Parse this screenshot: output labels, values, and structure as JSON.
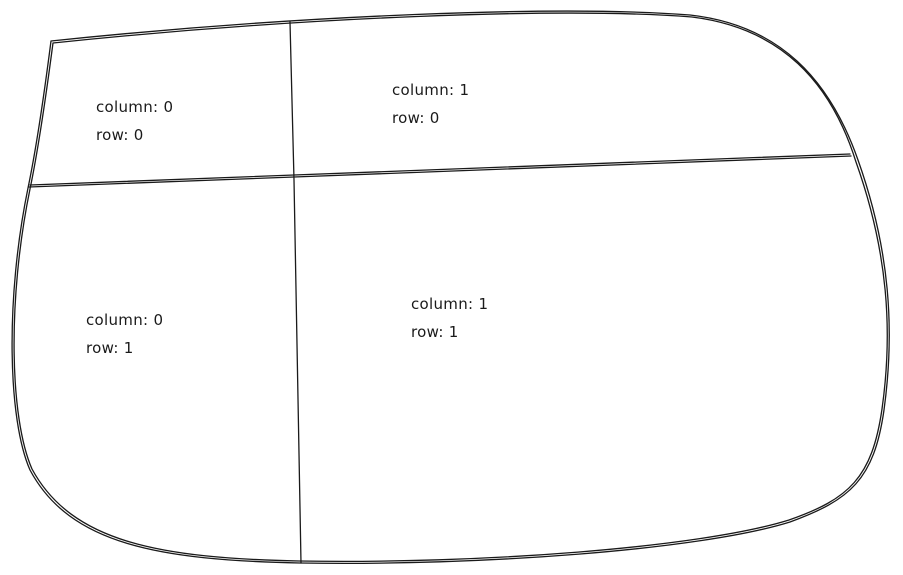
{
  "grid": {
    "cells": [
      {
        "id": "cell-0-0",
        "column_label": "column: 0",
        "row_label": "row: 0"
      },
      {
        "id": "cell-1-0",
        "column_label": "column: 1",
        "row_label": "row: 0"
      },
      {
        "id": "cell-0-1",
        "column_label": "column: 0",
        "row_label": "row: 1"
      },
      {
        "id": "cell-1-1",
        "column_label": "column: 1",
        "row_label": "row: 1"
      }
    ]
  },
  "style": {
    "stroke_color": "#1a1a1a",
    "background_color": "#ffffff"
  }
}
